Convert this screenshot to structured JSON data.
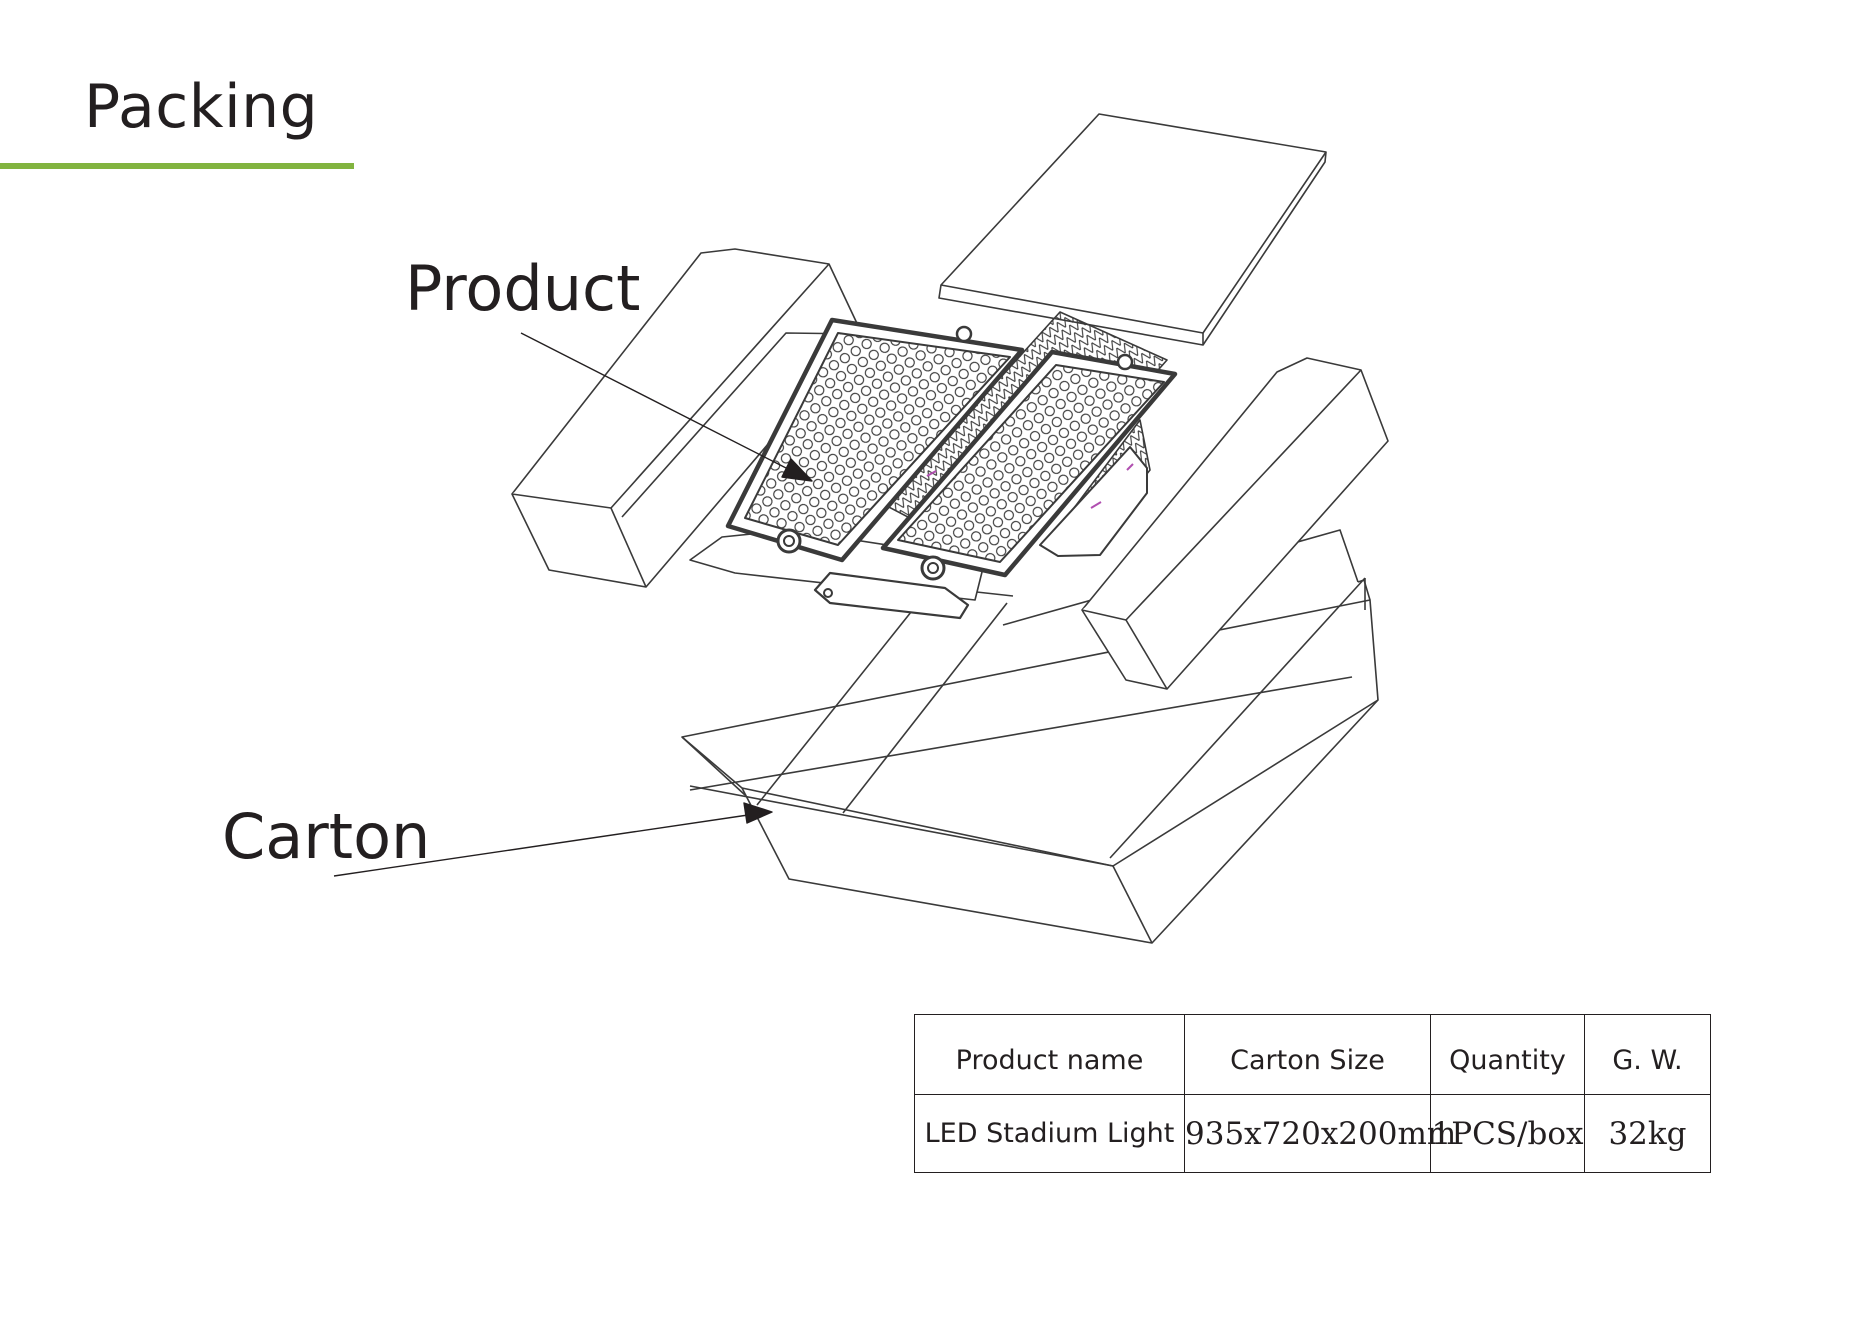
{
  "page": {
    "title": "Packing",
    "accent_color": "#82b440"
  },
  "callouts": {
    "product": "Product",
    "carton": "Carton"
  },
  "drawing": {
    "icon": "exploded-packing-diagram"
  },
  "spec_table": {
    "headers": [
      "Product name",
      "Carton  Size",
      "Quantity",
      "G. W."
    ],
    "rows": [
      [
        "LED Stadium Light",
        "935x720x200mm",
        "1PCS/box",
        "32kg"
      ]
    ]
  }
}
